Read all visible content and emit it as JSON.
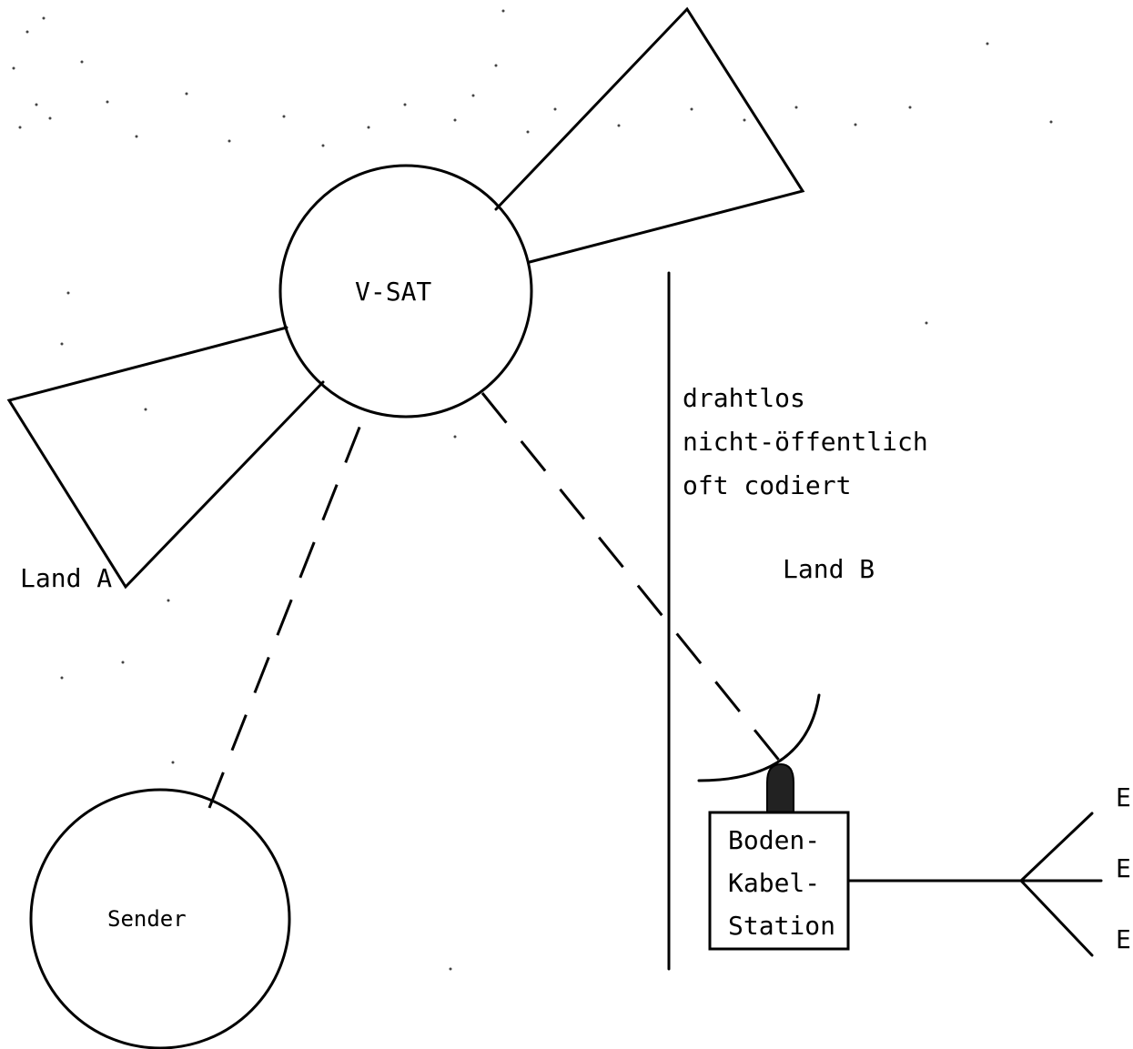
{
  "diagram": {
    "satellite": {
      "label": "V-SAT"
    },
    "sender": {
      "label": "Sender"
    },
    "country_a": {
      "label": "Land A"
    },
    "country_b": {
      "label": "Land B"
    },
    "properties": {
      "lines": [
        "drahtlos",
        "nicht-öffentlich",
        "oft codiert"
      ]
    },
    "ground_station": {
      "lines": [
        "Boden-",
        "Kabel-",
        "Station"
      ]
    },
    "receivers": {
      "labels": [
        "E",
        "E",
        "E"
      ]
    }
  }
}
